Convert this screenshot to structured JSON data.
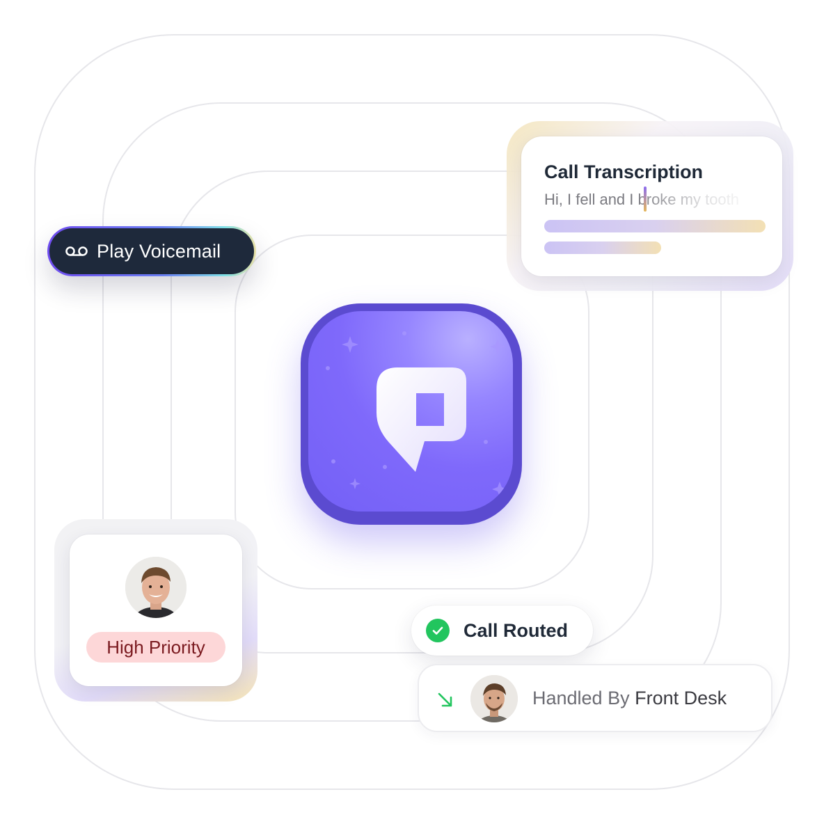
{
  "voicemail": {
    "label": "Play Voicemail",
    "icon": "voicemail-icon"
  },
  "transcription": {
    "title": "Call Transcription",
    "text": "Hi, I fell and I broke my tooth"
  },
  "app": {
    "icon": "brand-logo-icon",
    "accent": "#7565f7"
  },
  "caller": {
    "priority_label": "High Priority",
    "badge_color": "#fdd7d8"
  },
  "routing": {
    "status_label": "Call Routed",
    "status_color": "#22c55e",
    "icon": "check-circle-icon"
  },
  "handled": {
    "prefix": "Handled By",
    "target": "Front Desk",
    "icon": "arrow-down-right-icon"
  }
}
